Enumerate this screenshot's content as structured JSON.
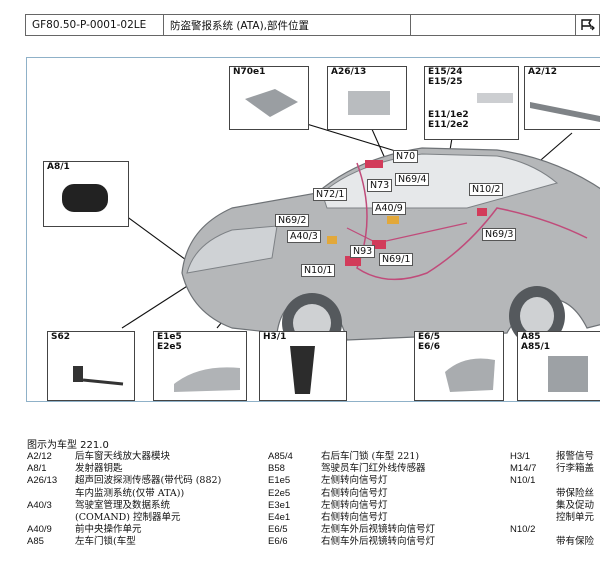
{
  "header": {
    "doc_code": "GF80.50-P-0001-02LE",
    "title": "防盗警报系统 (ATA),部件位置",
    "blank": "",
    "icon": "flag-icon"
  },
  "tiles": {
    "n70e1": "N70e1",
    "a26_13": "A26/13",
    "e15": "E15/24\nE15/25",
    "e11": "E11/1e2\nE11/2e2",
    "a2_12": "A2/12",
    "a8_1": "A8/1",
    "s62": "S62",
    "e1e5": "E1e5\nE2e5",
    "h3_1": "H3/1",
    "e6_5": "E6/5\nE6/6",
    "a85": "A85\nA85/1"
  },
  "callouts": {
    "n70": "N70",
    "n72_1": "N72/1",
    "n73": "N73",
    "n69_4": "N69/4",
    "n10_2": "N10/2",
    "n69_2": "N69/2",
    "a40_9": "A40/9",
    "a40_3": "A40/3",
    "n69_3": "N69/3",
    "n93": "N93",
    "n69_1": "N69/1",
    "n10_1": "N10/1"
  },
  "legend": {
    "heading": "图示为车型 221.0",
    "col1": [
      {
        "code": "A2/12",
        "lines": [
          "后车窗天线放大器模块"
        ]
      },
      {
        "code": "A8/1",
        "lines": [
          "发射器钥匙"
        ]
      },
      {
        "code": "A26/13",
        "lines": [
          "超声回波探测传感器(带代码 (882)",
          "车内监测系统(仅带 ATA))"
        ]
      },
      {
        "code": "A40/3",
        "lines": [
          "驾驶室管理及数据系统",
          "(COMAND) 控制器单元"
        ]
      },
      {
        "code": "A40/9",
        "lines": [
          "前中央操作单元"
        ]
      },
      {
        "code": "A85",
        "lines": [
          "左车门锁(车型"
        ]
      }
    ],
    "col2": [
      {
        "code": "A85/4",
        "lines": [
          "右后车门锁 (车型 221)"
        ]
      },
      {
        "code": "B58",
        "lines": [
          "驾驶员车门红外线传感器"
        ]
      },
      {
        "code": "E1e5",
        "lines": [
          "左侧转向信号灯"
        ]
      },
      {
        "code": "E2e5",
        "lines": [
          "右侧转向信号灯"
        ]
      },
      {
        "code": "E3e1",
        "lines": [
          "左侧转向信号灯"
        ]
      },
      {
        "code": "E4e1",
        "lines": [
          "右侧转向信号灯"
        ]
      },
      {
        "code": "E6/5",
        "lines": [
          "左侧车外后视镜转向信号灯"
        ]
      },
      {
        "code": "E6/6",
        "lines": [
          "右侧车外后视镜转向信号灯"
        ]
      }
    ],
    "col3": [
      {
        "code": "H3/1",
        "lines": [
          "报警信号"
        ]
      },
      {
        "code": "M14/7",
        "lines": [
          "行李箱盖"
        ]
      },
      {
        "code": "N10/1",
        "lines": [
          ""
        ]
      },
      {
        "code": "",
        "lines": [
          "带保险丝"
        ]
      },
      {
        "code": "",
        "lines": [
          "集及促动"
        ]
      },
      {
        "code": "",
        "lines": [
          "控制单元"
        ]
      },
      {
        "code": "N10/2",
        "lines": [
          ""
        ]
      },
      {
        "code": "",
        "lines": [
          "带有保险"
        ]
      }
    ]
  }
}
